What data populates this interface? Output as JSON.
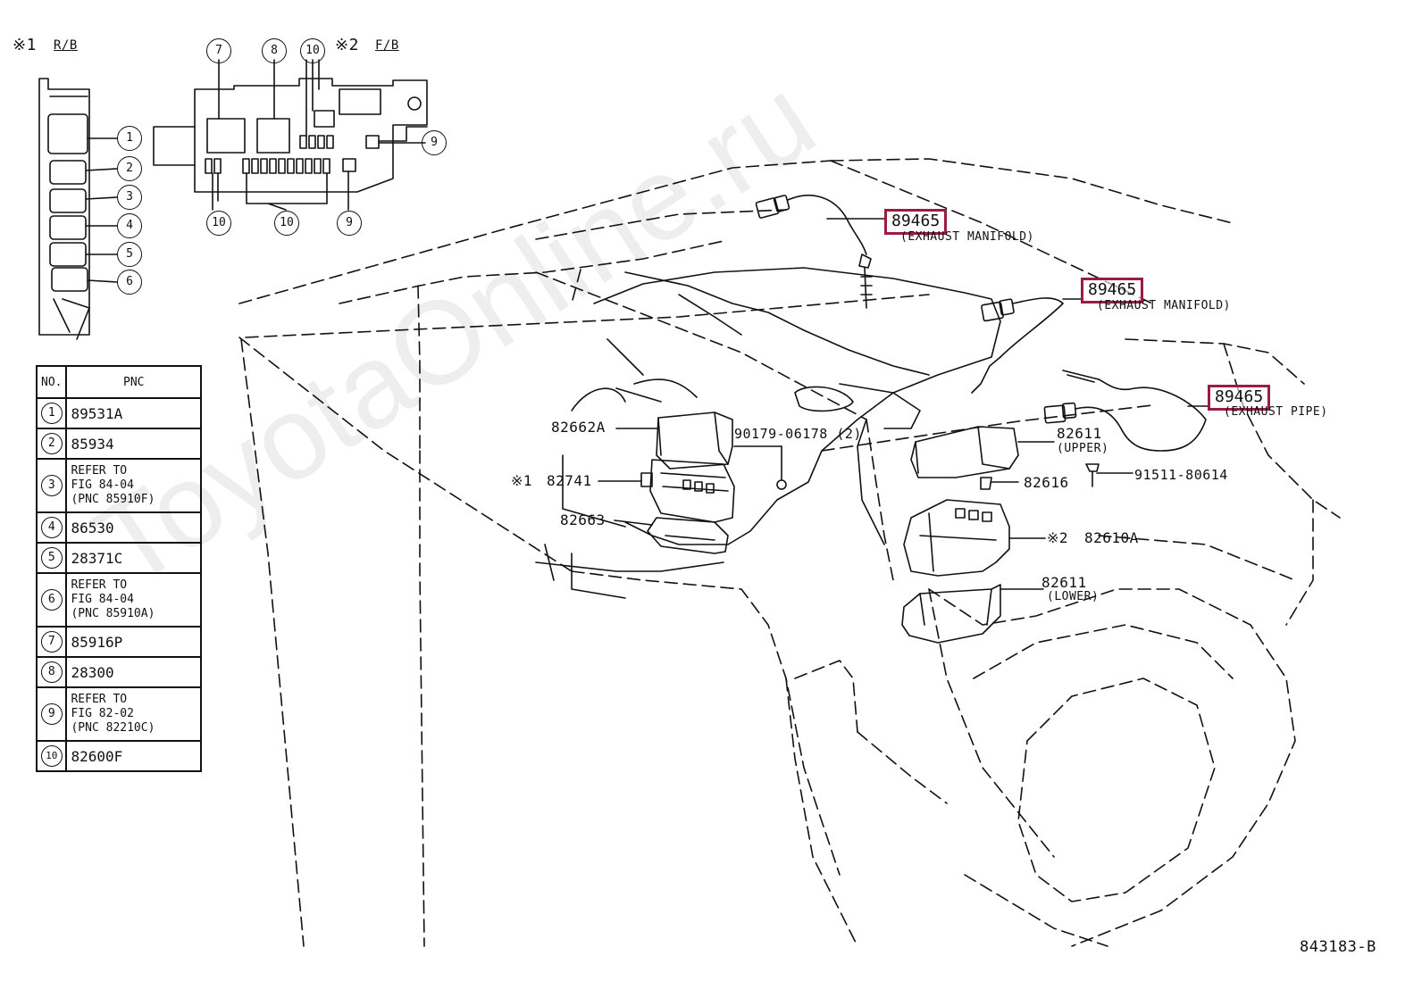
{
  "relay_block": {
    "mark": "※1",
    "name": "R/B",
    "numbers": [
      "1",
      "2",
      "3",
      "4",
      "5",
      "6"
    ]
  },
  "fuse_block": {
    "mark": "※2",
    "name": "F/B",
    "top_numbers": [
      "7",
      "8",
      "10"
    ],
    "side_number": "9",
    "bottom_numbers": [
      "10",
      "10",
      "9"
    ]
  },
  "legend": {
    "header_no": "NO.",
    "header_pnc": "PNC",
    "rows": [
      {
        "no": "1",
        "lines": [
          "89531A"
        ]
      },
      {
        "no": "2",
        "lines": [
          "85934"
        ]
      },
      {
        "no": "3",
        "lines": [
          "REFER TO",
          "FIG 84-04",
          "(PNC 85910F)"
        ]
      },
      {
        "no": "4",
        "lines": [
          "86530"
        ]
      },
      {
        "no": "5",
        "lines": [
          "28371C"
        ]
      },
      {
        "no": "6",
        "lines": [
          "REFER TO",
          "FIG 84-04",
          "(PNC 85910A)"
        ]
      },
      {
        "no": "7",
        "lines": [
          "85916P"
        ]
      },
      {
        "no": "8",
        "lines": [
          "28300"
        ]
      },
      {
        "no": "9",
        "lines": [
          "REFER TO",
          "FIG 82-02",
          "(PNC 82210C)"
        ]
      },
      {
        "no": "10",
        "lines": [
          "82600F"
        ]
      }
    ]
  },
  "sensors": [
    {
      "pnc": "89465",
      "desc": "(EXHAUST MANIFOLD)"
    },
    {
      "pnc": "89465",
      "desc": "(EXHAUST MANIFOLD)"
    },
    {
      "pnc": "89465",
      "desc": "(EXHAUST PIPE)"
    }
  ],
  "callouts": {
    "c82662A": "82662A",
    "c90179": "90179-06178 (2)",
    "c82741": "82741",
    "c82741_mark": "※1",
    "c82663": "82663",
    "c82611u": "82611",
    "c82611u_sub": "(UPPER)",
    "c82616": "82616",
    "c91511": "91511-80614",
    "c82610A": "82610A",
    "c82610A_mark": "※2",
    "c82611l": "82611",
    "c82611l_sub": "(LOWER)"
  },
  "figure_code": "843183-B",
  "watermark": "ToyotaOnline.ru",
  "colors": {
    "highlight": "#9a1d3f",
    "line": "#111111",
    "watermark": "#969696"
  }
}
